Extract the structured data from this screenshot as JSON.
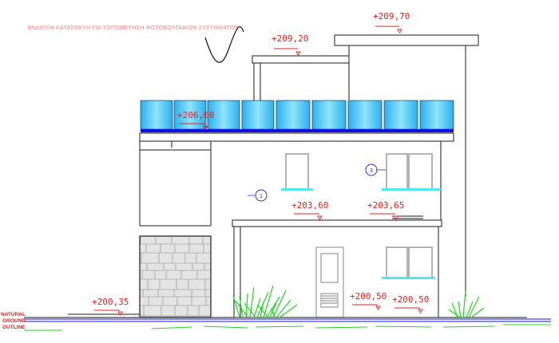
{
  "drawing": {
    "note": "ΕΝΔΕΙΞΗ ΚΑΤΑΣΚΕΥΗ ΓΙΑ ΤΟΠΟΘΕΤΗΣΗ ΦΩΤΟΒΟΛΤΑΙΚΩΝ ΣΥΣΤΗΜΑΤΩΝ",
    "ground_label": [
      "NATURAL",
      "GROUND",
      "OUTLINE"
    ],
    "levels": [
      "+209,70",
      "+209,20",
      "+206,60",
      "+203,60",
      "+203,65",
      "+200,35",
      "+200,50",
      "+200,50"
    ],
    "tags": [
      "1",
      "3"
    ],
    "colors": {
      "line": "#1a1a1a",
      "level_text": "#e0201f",
      "panel": "#5fd0f5",
      "panel_stripe": "#1010e0",
      "glass": "#50e8f0",
      "grass": "#22d322",
      "tag": "#2a2ad0"
    }
  }
}
